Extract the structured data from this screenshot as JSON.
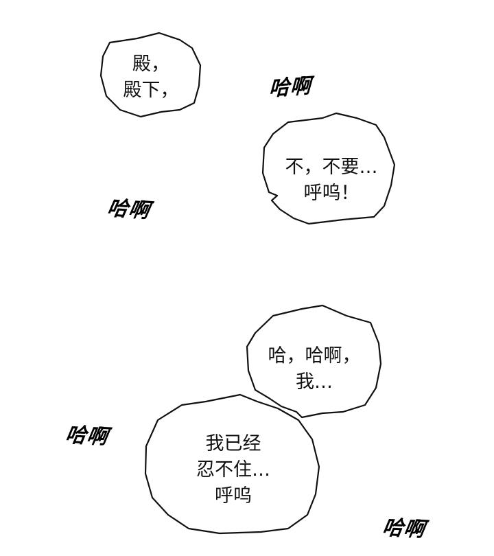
{
  "bubbles": [
    {
      "lines": [
        "殿，",
        "殿下，"
      ]
    },
    {
      "lines": [
        "不，不要…",
        "呼呜！"
      ]
    },
    {
      "lines": [
        "哈，哈啊，",
        "我…"
      ]
    },
    {
      "lines": [
        "我已经",
        "忍不住…",
        "呼呜"
      ]
    }
  ],
  "sfx": [
    "哈啊",
    "哈啊",
    "哈啊",
    "哈啊"
  ]
}
